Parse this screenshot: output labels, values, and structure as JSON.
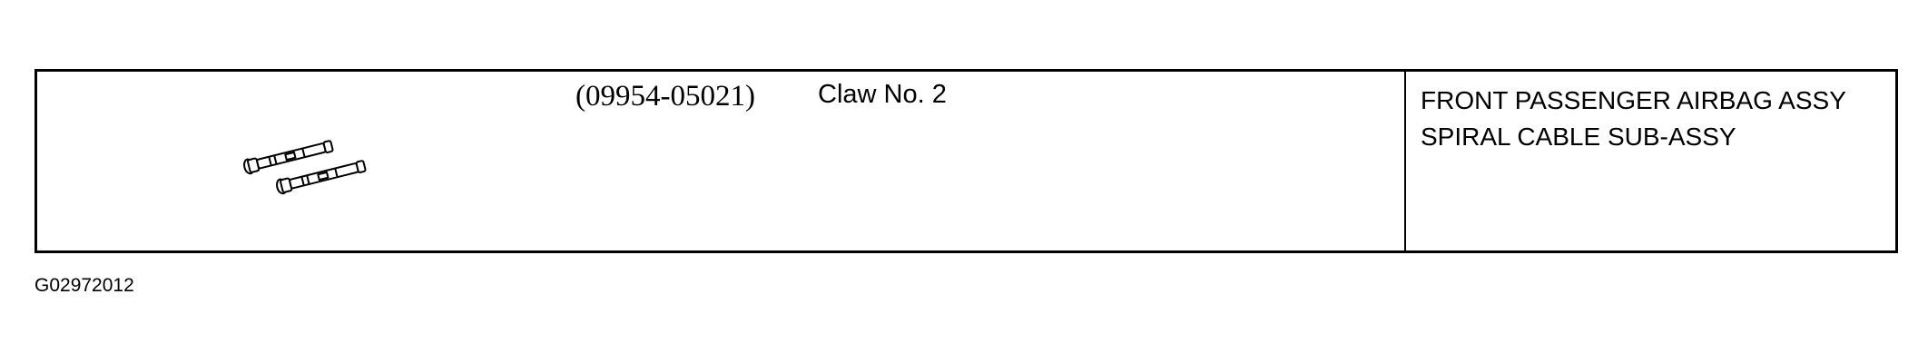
{
  "tool": {
    "part_number": "(09954-05021)",
    "name": "Claw No. 2",
    "illustration": "claw-pins-illustration"
  },
  "applicable_parts": [
    "FRONT PASSENGER AIRBAG ASSY",
    "SPIRAL CABLE SUB-ASSY"
  ],
  "figure_id": "G02972012"
}
